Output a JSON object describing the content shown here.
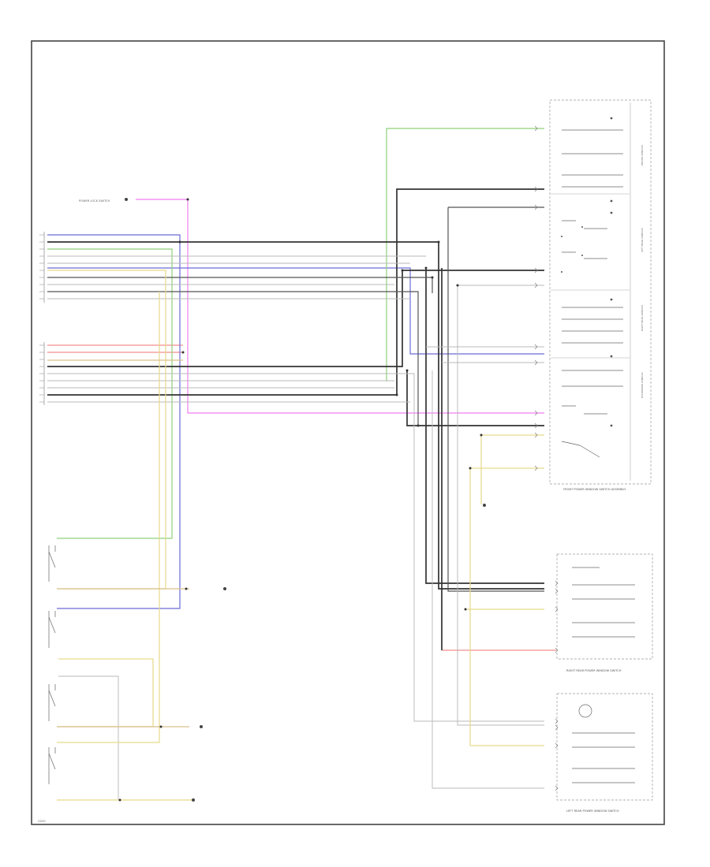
{
  "components": {
    "rear_tank_captions": [
      "RIGHT REAR POWER WINDOW SWITCH",
      "LEFT REAR POWER WINDOW SWITCH"
    ],
    "front_panel_caption": "FRONT POWER WINDOW SWITCH ASSEMBLY",
    "lockout_label": "POWER LOCK SWITCH",
    "bottom_left_label": "G200"
  },
  "colors": {
    "black": "#333333",
    "dark_gray": "#555555",
    "gray": "#9a9a9a",
    "light_gray": "#c8c8c8",
    "blue": "#6b6bd6",
    "green": "#8fd07a",
    "yellow": "#e6d98a",
    "tan": "#d9c08a",
    "pink": "#f07ef0",
    "red": "#f07070",
    "frame": "#444444"
  }
}
